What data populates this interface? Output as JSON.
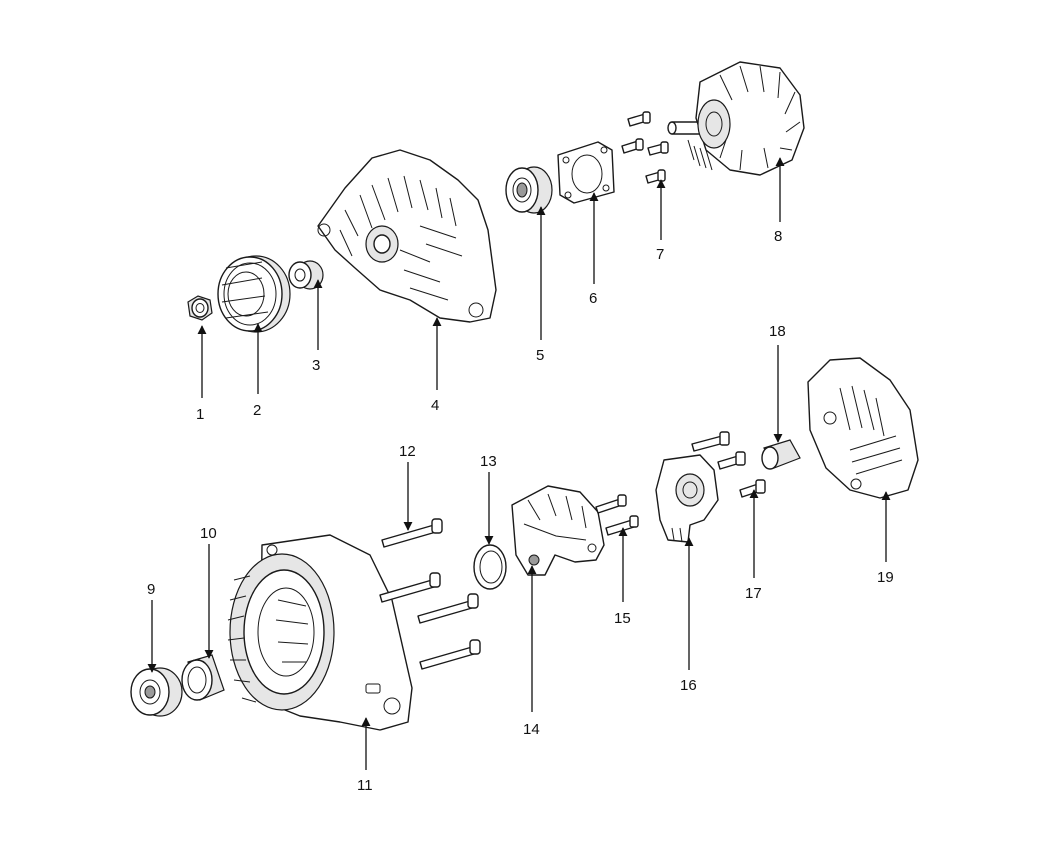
{
  "colors": {
    "line": "#1a1a1a",
    "fill": "#ffffff",
    "shade": "#e6e6e6"
  },
  "callouts": [
    {
      "id": "c1",
      "label": "1"
    },
    {
      "id": "c2",
      "label": "2"
    },
    {
      "id": "c3",
      "label": "3"
    },
    {
      "id": "c4",
      "label": "4"
    },
    {
      "id": "c5",
      "label": "5"
    },
    {
      "id": "c6",
      "label": "6"
    },
    {
      "id": "c7",
      "label": "7"
    },
    {
      "id": "c8",
      "label": "8"
    },
    {
      "id": "c9",
      "label": "9"
    },
    {
      "id": "c10",
      "label": "10"
    },
    {
      "id": "c11",
      "label": "11"
    },
    {
      "id": "c12",
      "label": "12"
    },
    {
      "id": "c13",
      "label": "13"
    },
    {
      "id": "c14",
      "label": "14"
    },
    {
      "id": "c15",
      "label": "15"
    },
    {
      "id": "c16",
      "label": "16"
    },
    {
      "id": "c17",
      "label": "17"
    },
    {
      "id": "c18",
      "label": "18"
    },
    {
      "id": "c19",
      "label": "19"
    }
  ]
}
